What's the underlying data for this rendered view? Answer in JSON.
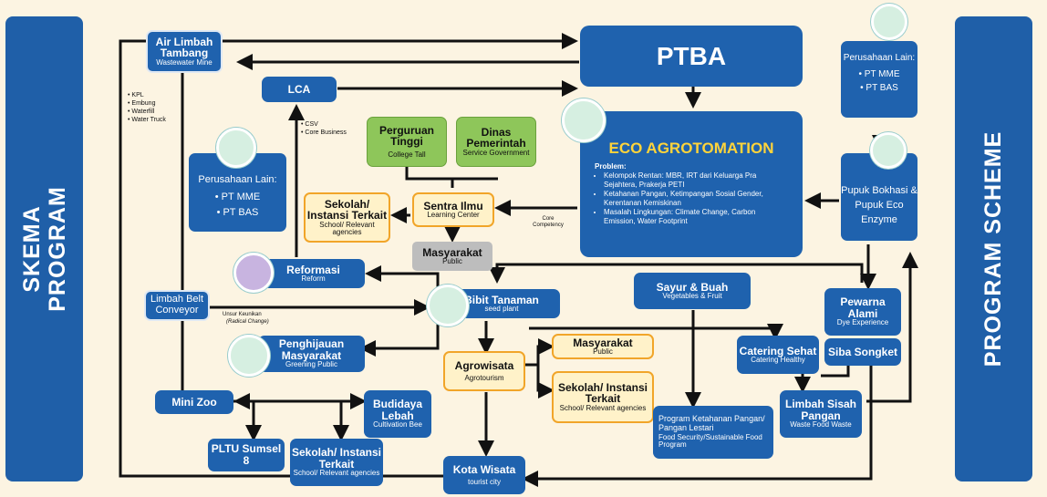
{
  "left_panel": "SKEMA\nPROGRAM",
  "right_panel": "PROGRAM SCHEME",
  "nodes": {
    "air_limbah": {
      "title": "Air Limbah Tambang",
      "sub": "Wastewater Mine"
    },
    "lca": {
      "title": "LCA"
    },
    "ptba": {
      "title": "PTBA"
    },
    "perusahaan_left": {
      "title": "Perusahaan Lain:",
      "items": [
        "• PT MME",
        "• PT BAS"
      ]
    },
    "perusahaan_right": {
      "title": "Perusahaan Lain:",
      "items": [
        "• PT MME",
        "• PT BAS"
      ]
    },
    "perguruan": {
      "title": "Perguruan Tinggi",
      "sub": "College Tall"
    },
    "dinas": {
      "title": "Dinas Pemerintah",
      "sub": "Service Government"
    },
    "sentra": {
      "title": "Sentra Ilmu",
      "sub": "Learning Center"
    },
    "sekolah_top": {
      "title": "Sekolah/ Instansi Terkait",
      "sub": "School/ Relevant agencies"
    },
    "masyarakat_top": {
      "title": "Masyarakat",
      "sub": "Public"
    },
    "eco": {
      "title": "ECO AGROTOMATION",
      "problem_label": "Problem:",
      "problems": [
        "Kelompok Rentan: MBR, IRT dari Keluarga Pra Sejahtera, Prakerja PETI",
        "Ketahanan Pangan, Ketimpangan Sosial Gender, Kerentanan Kemiskinan",
        "Masalah Lingkungan: Climate Change, Carbon Emission, Water Footprint"
      ]
    },
    "pupuk": {
      "title": "Pupuk Bokhasi & Pupuk Eco Enzyme"
    },
    "reformasi": {
      "title": "Reformasi",
      "sub": "Reform"
    },
    "limbah_belt": {
      "title": "Limbah Belt Conveyor"
    },
    "bibit": {
      "title": "Bibit Tanaman",
      "sub": "seed plant"
    },
    "sayur": {
      "title": "Sayur & Buah",
      "sub": "Vegetables & Fruit"
    },
    "pewarna": {
      "title": "Pewarna Alami",
      "sub": "Dye Experience"
    },
    "siba": {
      "title": "Siba Songket"
    },
    "penghijauan": {
      "title": "Penghijauan Masyarakat",
      "sub": "Greening Public"
    },
    "agrowisata": {
      "title": "Agrowisata",
      "sub": "Agrotourism"
    },
    "masyarakat_mid": {
      "title": "Masyarakat",
      "sub": "Public"
    },
    "sekolah_mid": {
      "title": "Sekolah/ Instansi Terkait",
      "sub": "School/ Relevant agencies"
    },
    "catering": {
      "title": "Catering Sehat",
      "sub": "Catering Healthy"
    },
    "mini_zoo": {
      "title": "Mini Zoo"
    },
    "budidaya": {
      "title": "Budidaya Lebah",
      "sub": "Cultivation Bee"
    },
    "limbah_sisa": {
      "title": "Limbah Sisah Pangan",
      "sub": "Waste Food Waste"
    },
    "program_ketahanan": {
      "title": "Program Ketahanan Pangan/ Pangan Lestari",
      "sub": "Food Security/Sustainable Food Program"
    },
    "pltu": {
      "title": "PLTU Sumsel 8"
    },
    "sekolah_bottom": {
      "title": "Sekolah/ Instansi Terkait",
      "sub": "School/ Relevant agencies"
    },
    "kota": {
      "title": "Kota Wisata",
      "sub": "tourist city"
    }
  },
  "labels": {
    "kpl_list": [
      "• KPL",
      "• Embung",
      "• Waterfill",
      "• Water Truck"
    ],
    "csv_list": [
      "• CSV",
      "• Core Business"
    ],
    "core_competency": "Core Competency",
    "unsur": "Unsur Keunikan",
    "radical": "(Radical Change)"
  },
  "colors": {
    "box": "#1f62ae",
    "arrow": "#111111",
    "background": "#fcf4e2",
    "accent": "#ffd43a"
  }
}
